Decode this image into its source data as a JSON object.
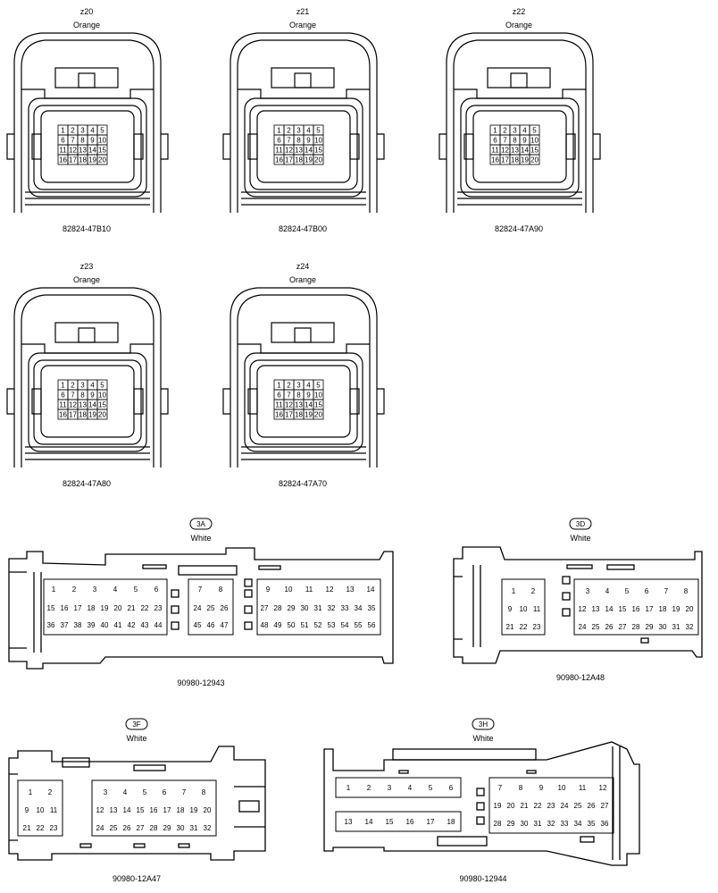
{
  "small_connectors": [
    {
      "code": "z20",
      "color": "Orange",
      "part": "82824-47B10"
    },
    {
      "code": "z21",
      "color": "Orange",
      "part": "82824-47B00"
    },
    {
      "code": "z22",
      "color": "Orange",
      "part": "82824-47A90"
    },
    {
      "code": "z23",
      "color": "Orange",
      "part": "82824-47A80"
    },
    {
      "code": "z24",
      "color": "Orange",
      "part": "82824-47A70"
    }
  ],
  "small_pin_rows": [
    [
      "1",
      "2",
      "3",
      "4",
      "5"
    ],
    [
      "6",
      "7",
      "8",
      "9",
      "10"
    ],
    [
      "11",
      "12",
      "13",
      "14",
      "15"
    ],
    [
      "16",
      "17",
      "18",
      "19",
      "20"
    ]
  ],
  "large_connectors": [
    {
      "code": "3A",
      "color": "White",
      "part": "90980-12943",
      "groups": [
        [
          [
            "1",
            "2",
            "3",
            "4",
            "5",
            "6"
          ],
          [
            "15",
            "16",
            "17",
            "18",
            "19",
            "20",
            "21",
            "22",
            "23"
          ],
          [
            "36",
            "37",
            "38",
            "39",
            "40",
            "41",
            "42",
            "43",
            "44"
          ]
        ],
        [
          [
            "7",
            "8"
          ],
          [
            "24",
            "25",
            "26"
          ],
          [
            "45",
            "46",
            "47"
          ]
        ],
        [
          [
            "9",
            "10",
            "11",
            "12",
            "13",
            "14"
          ],
          [
            "27",
            "28",
            "29",
            "30",
            "31",
            "32",
            "33",
            "34",
            "35"
          ],
          [
            "48",
            "49",
            "50",
            "51",
            "52",
            "53",
            "54",
            "55",
            "56"
          ]
        ]
      ]
    },
    {
      "code": "3D",
      "color": "White",
      "part": "90980-12A48",
      "groups": [
        [
          [
            "1",
            "2"
          ],
          [
            "9",
            "10",
            "11"
          ],
          [
            "21",
            "22",
            "23"
          ]
        ],
        [
          [
            "3",
            "4",
            "5",
            "6",
            "7",
            "8"
          ],
          [
            "12",
            "13",
            "14",
            "15",
            "16",
            "17",
            "18",
            "19",
            "20"
          ],
          [
            "24",
            "25",
            "26",
            "27",
            "28",
            "29",
            "30",
            "31",
            "32"
          ]
        ]
      ]
    },
    {
      "code": "3F",
      "color": "White",
      "part": "90980-12A47",
      "groups": [
        [
          [
            "1",
            "2"
          ],
          [
            "9",
            "10",
            "11"
          ],
          [
            "21",
            "22",
            "23"
          ]
        ],
        [
          [
            "3",
            "4",
            "5",
            "6",
            "7",
            "8"
          ],
          [
            "12",
            "13",
            "14",
            "15",
            "16",
            "17",
            "18",
            "19",
            "20"
          ],
          [
            "24",
            "25",
            "26",
            "27",
            "28",
            "29",
            "30",
            "31",
            "32"
          ]
        ]
      ]
    },
    {
      "code": "3H",
      "color": "White",
      "part": "90980-12944",
      "groups": [
        [
          [
            "1",
            "2",
            "3",
            "4",
            "5",
            "6"
          ],
          [
            "13",
            "14",
            "15",
            "16",
            "17",
            "18"
          ]
        ],
        [
          [
            "7",
            "8",
            "9",
            "10",
            "11",
            "12"
          ],
          [
            "19",
            "20",
            "21",
            "22",
            "23",
            "24",
            "25",
            "26",
            "27"
          ],
          [
            "28",
            "29",
            "30",
            "31",
            "32",
            "33",
            "34",
            "35",
            "36"
          ]
        ]
      ]
    }
  ]
}
